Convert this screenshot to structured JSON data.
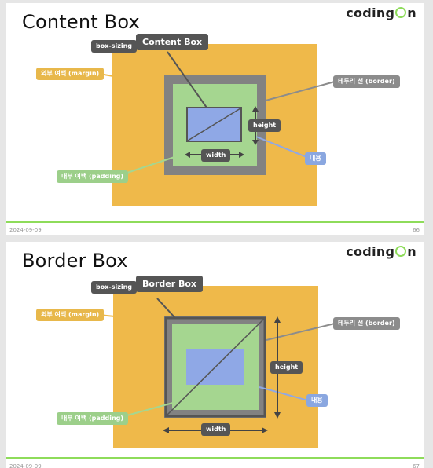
{
  "slides": [
    {
      "title": "Content Box",
      "logo": "coding",
      "logo_suffix": "n",
      "labels": {
        "box_sizing": "box-sizing",
        "mode": "Content Box",
        "margin": "외부 여백 (margin)",
        "border": "테두리 선 (border)",
        "height": "height",
        "width": "width",
        "content": "내용",
        "padding": "내부 여백 (padding)"
      },
      "footer_date": "2024-09-09",
      "footer_page": "66"
    },
    {
      "title": "Border Box",
      "logo": "coding",
      "logo_suffix": "n",
      "labels": {
        "box_sizing": "box-sizing",
        "mode": "Border Box",
        "margin": "외부 여백 (margin)",
        "border": "테두리 선 (border)",
        "height": "height",
        "width": "width",
        "content": "내용",
        "padding": "내부 여백 (padding)"
      },
      "footer_date": "2024-09-09",
      "footer_page": "67"
    }
  ],
  "colors": {
    "margin": "#efb94a",
    "border": "#828282",
    "padding": "#a5d690",
    "content": "#8fa8e6",
    "footer_line": "#8edc5a"
  }
}
